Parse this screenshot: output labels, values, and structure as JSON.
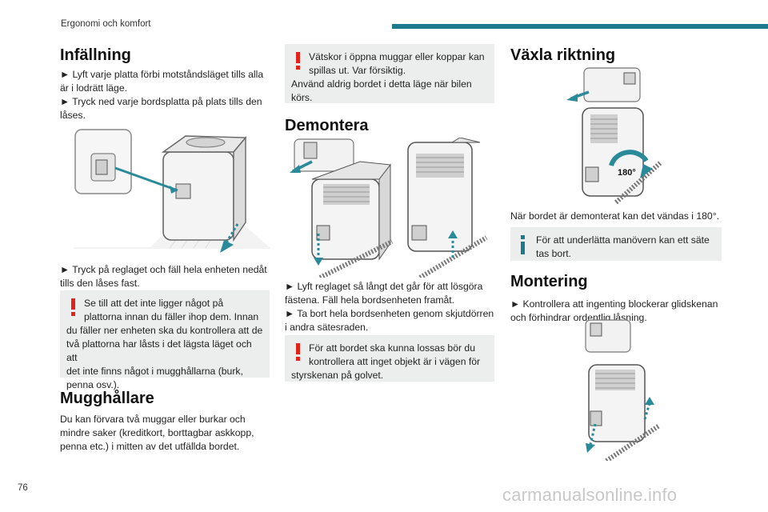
{
  "header": {
    "section_title": "Ergonomi och komfort",
    "accent_color": "#1d7a8c"
  },
  "page_number": "76",
  "watermark": "carmanualsonline.info",
  "col1": {
    "h_infallning": "Infällning",
    "p1_line1": "► Lyft varje platta förbi motståndsläget tills alla",
    "p1_line2": "är i lodrätt läge.",
    "p1_line3": "► Tryck ned varje bordsplatta på plats tills den",
    "p1_line4": "låses.",
    "p2_line1": "► Tryck på reglaget och fäll hela enheten nedåt",
    "p2_line2": "tills den låses fast.",
    "warn1": [
      "Se till att det inte ligger något på",
      "plattorna innan du fäller ihop dem. Innan",
      "du fäller ner enheten ska du kontrollera att de",
      "två plattorna har låsts i det lägsta läget och att",
      "det inte finns något i mugghållarna (burk,",
      "penna osv.)."
    ],
    "h_mugghallare": "Mugghållare",
    "p3": [
      "Du kan förvara två muggar eller burkar och",
      "mindre saker (kreditkort, borttagbar askkopp,",
      "penna etc.) i mitten av det utfällda bordet."
    ]
  },
  "col2": {
    "warn2": [
      "Vätskor i öppna muggar eller koppar kan",
      "spillas ut. Var försiktig.",
      "Använd aldrig bordet i detta läge när bilen",
      "körs."
    ],
    "h_demontera": "Demontera",
    "p4": [
      "► Lyft reglaget så långt det går för att lösgöra",
      "fästena. Fäll hela bordsenheten framåt.",
      "► Ta bort hela bordsenheten genom skjutdörren",
      "i andra sätesraden."
    ],
    "warn3": [
      "För att bordet ska kunna lossas bör du",
      "kontrollera att inget objekt är i vägen för",
      "styrskenan på golvet."
    ]
  },
  "col3": {
    "h_vaxla": "Växla riktning",
    "rotation_label": "180°",
    "p5": "När bordet är demonterat kan det vändas i 180°.",
    "info1": [
      "För att underlätta manövern kan ett säte",
      "tas bort."
    ],
    "h_montering": "Montering",
    "p6": [
      "► Kontrollera att ingenting blockerar glidskenan",
      "och förhindrar ordentlig låsning."
    ]
  },
  "colors": {
    "warning_red": "#e2231a",
    "info_teal": "#1d7a8c",
    "arrow_teal": "#2a8a9a"
  }
}
